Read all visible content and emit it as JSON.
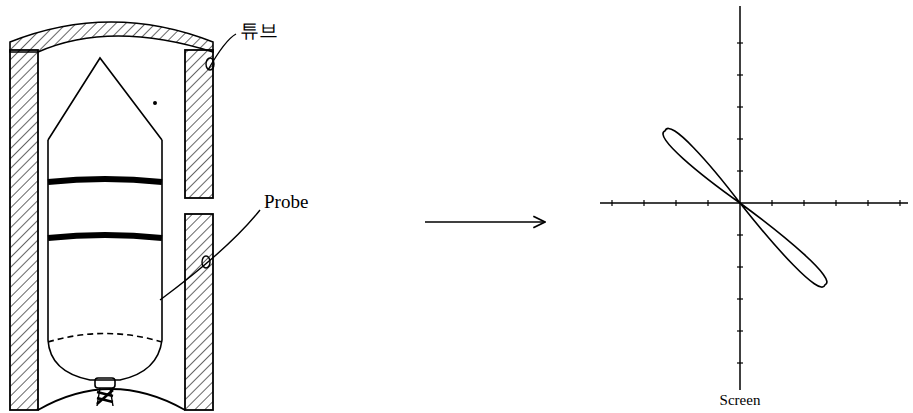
{
  "diagram": {
    "labels": [
      "튜브",
      "Probe",
      "Screen"
    ]
  }
}
